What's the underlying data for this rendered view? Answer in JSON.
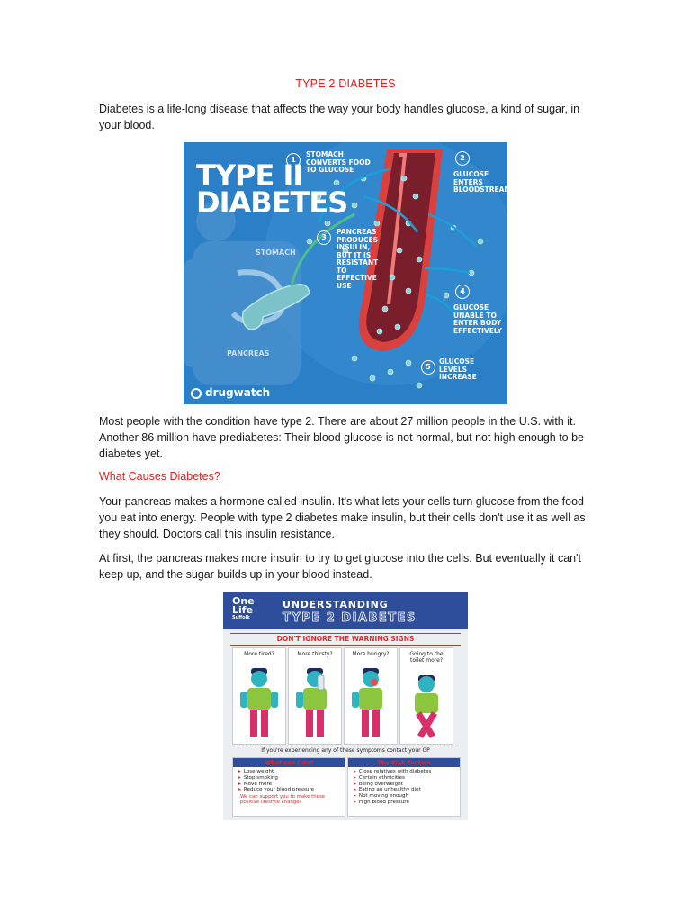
{
  "document": {
    "title": "TYPE 2 DIABETES",
    "intro": "Diabetes is a life-long disease that affects the way your body handles glucose, a kind of sugar, in your blood.",
    "para1": "Most people with the condition have type 2. There are about 27 million people in the U.S. with it. Another 86 million have prediabetes: Their blood glucose is not normal, but not high enough to be diabetes yet.",
    "subheading": "What Causes Diabetes?",
    "para2": "Your pancreas makes a hormone called insulin. It's what lets your cells turn glucose from the food you eat into energy. People with type 2 diabetes make insulin, but their cells don't use it as well as they should. Doctors call this insulin resistance.",
    "para3": "At first, the pancreas makes more insulin to try to get glucose into the cells. But eventually it can't keep up, and the sugar builds up in your blood instead."
  },
  "infographic1": {
    "title_line1": "TYPE II",
    "title_line2": "DIABETES",
    "label_stomach": "STOMACH",
    "label_pancreas": "PANCREAS",
    "steps": [
      {
        "num": "1",
        "text": "STOMACH CONVERTS FOOD TO GLUCOSE"
      },
      {
        "num": "2",
        "text": "GLUCOSE ENTERS BLOODSTREAM"
      },
      {
        "num": "3",
        "text": "PANCREAS PRODUCES INSULIN, BUT IT IS RESISTANT TO EFFECTIVE USE"
      },
      {
        "num": "4",
        "text": "GLUCOSE UNABLE TO ENTER BODY EFFECTIVELY"
      },
      {
        "num": "5",
        "text": "GLUCOSE LEVELS INCREASE"
      }
    ],
    "logo": "drugwatch",
    "colors": {
      "background": "#2b7fc7",
      "vessel": "#d9413f",
      "glucose": "#8fd3d8"
    }
  },
  "infographic2": {
    "brand_line1": "One",
    "brand_line2": "Life",
    "brand_line3": "Suffolk",
    "heading1": "UNDERSTANDING",
    "heading2": "TYPE 2 DIABETES",
    "warning": "DON'T IGNORE THE WARNING SIGNS",
    "signs": [
      "More tired?",
      "More thirsty?",
      "More hungry?",
      "Going to the toilet more?"
    ],
    "gp_note": "If you're experiencing any of these symptoms contact your GP",
    "what_title": "What can I do?",
    "what_items": [
      "Lose weight",
      "Stop smoking",
      "Move more",
      "Reduce your blood pressure"
    ],
    "what_note": "We can support you to make these positive lifestyle changes",
    "risk_title": "The Risk Factors",
    "risk_items": [
      "Close relatives with diabetes",
      "Certain ethnicities",
      "Being overweight",
      "Eating an unhealthy diet",
      "Not moving enough",
      "High blood pressure"
    ],
    "colors": {
      "header": "#2e4d9b",
      "accent": "#e02a2a",
      "skin": "#2fb3c0",
      "shirt": "#8cc63f",
      "trousers": "#d8306b"
    }
  }
}
